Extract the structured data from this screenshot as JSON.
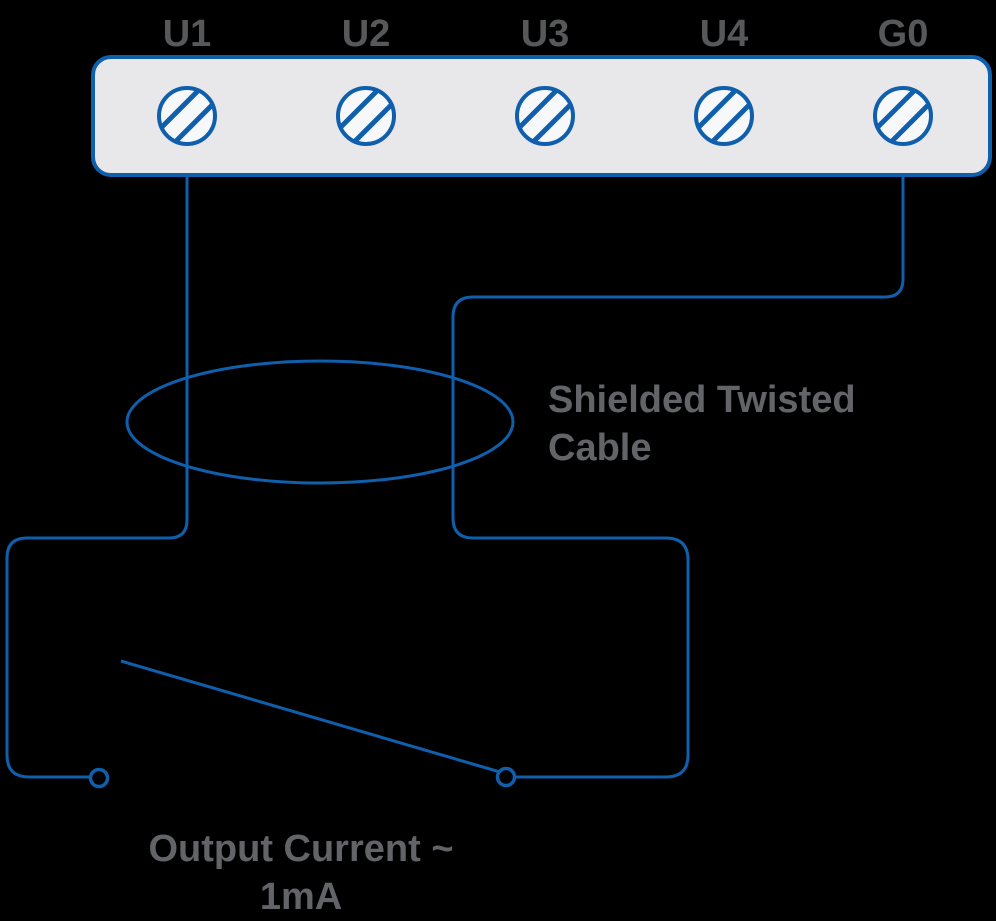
{
  "colors": {
    "background": "#000000",
    "wire": "#0f5fad",
    "block_fill": "#e8e8ea",
    "screw_fill": "#f7f8f9",
    "label_text": "#57585a",
    "annotation_text": "#636467"
  },
  "terminal_block": {
    "labels": [
      "U1",
      "U2",
      "U3",
      "U4",
      "G0"
    ]
  },
  "annotations": {
    "cable_line1": "Shielded Twisted",
    "cable_line2": "Cable",
    "output_line1": "Output Current ~",
    "output_line2": "1mA"
  }
}
